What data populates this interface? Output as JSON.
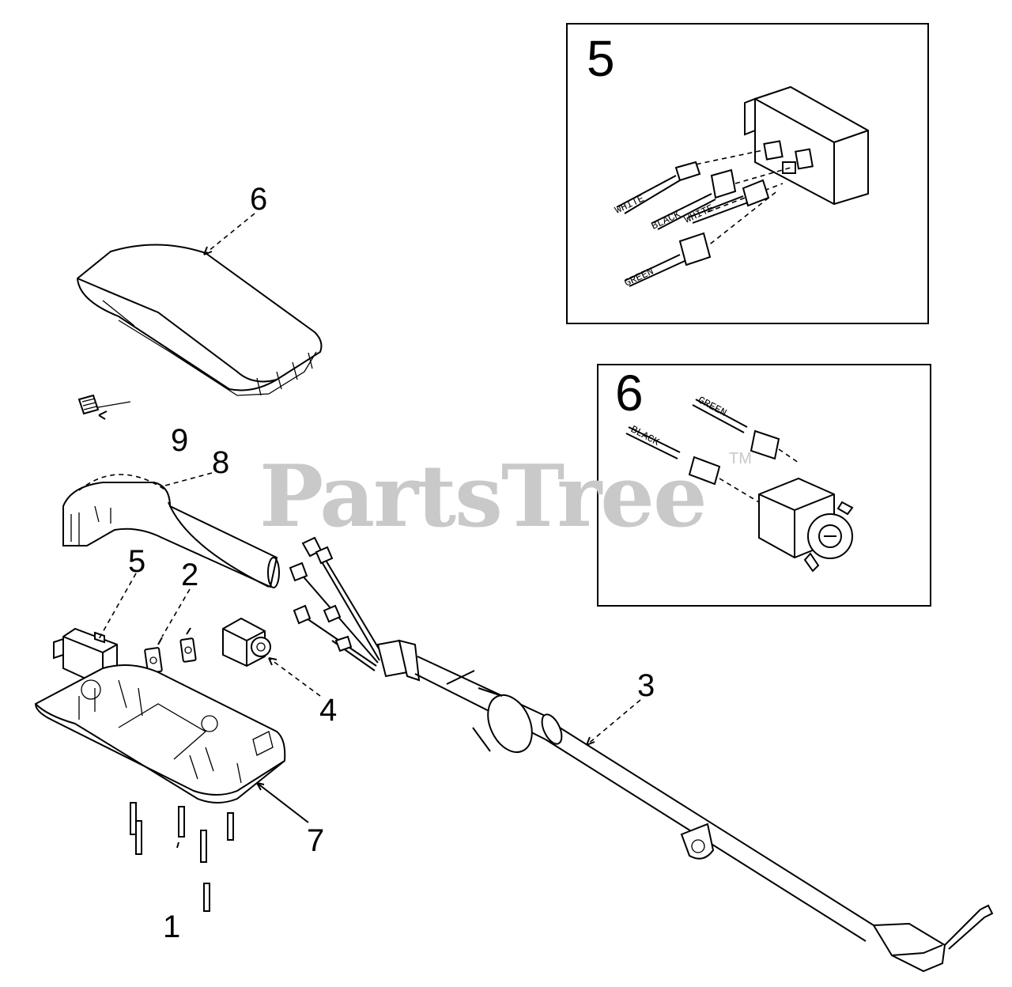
{
  "watermark": {
    "text": "PartsTree",
    "trademark": "TM"
  },
  "callouts": {
    "c1": "1",
    "c2": "2",
    "c3": "3",
    "c4": "4",
    "c5": "5",
    "c6": "6",
    "c7": "7",
    "c8": "8",
    "c9": "9"
  },
  "insets": {
    "inset5": {
      "number": "5"
    },
    "inset6": {
      "number": "6"
    }
  },
  "colors": {
    "line": "#000000",
    "background": "#ffffff",
    "watermark": "#c9c9c9"
  }
}
